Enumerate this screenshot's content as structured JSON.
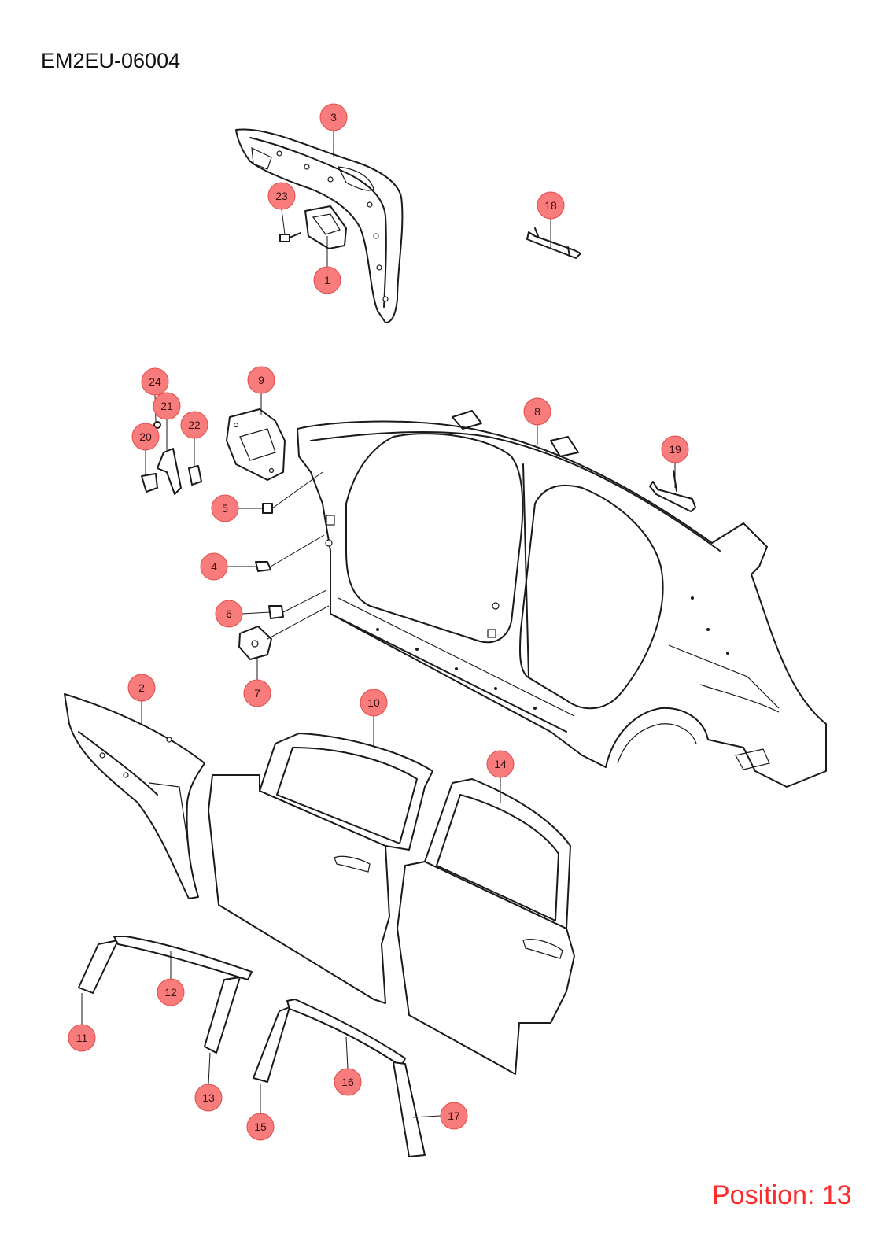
{
  "title": "EM2EU-06004",
  "position_text": "Position: 13",
  "colors": {
    "callout_fill": "#f87c7c",
    "callout_stroke": "#e34a4a",
    "position_text": "#ff2a2a",
    "line": "#1a1a1a"
  },
  "callouts": [
    {
      "id": "1",
      "label": "1"
    },
    {
      "id": "2",
      "label": "2"
    },
    {
      "id": "3",
      "label": "3"
    },
    {
      "id": "4",
      "label": "4"
    },
    {
      "id": "5",
      "label": "5"
    },
    {
      "id": "6",
      "label": "6"
    },
    {
      "id": "7",
      "label": "7"
    },
    {
      "id": "8",
      "label": "8"
    },
    {
      "id": "9",
      "label": "9"
    },
    {
      "id": "10",
      "label": "10"
    },
    {
      "id": "11",
      "label": "11"
    },
    {
      "id": "12",
      "label": "12"
    },
    {
      "id": "13",
      "label": "13"
    },
    {
      "id": "14",
      "label": "14"
    },
    {
      "id": "15",
      "label": "15"
    },
    {
      "id": "16",
      "label": "16"
    },
    {
      "id": "17",
      "label": "17"
    },
    {
      "id": "18",
      "label": "18"
    },
    {
      "id": "19",
      "label": "19"
    },
    {
      "id": "20",
      "label": "20"
    },
    {
      "id": "21",
      "label": "21"
    },
    {
      "id": "22",
      "label": "22"
    },
    {
      "id": "23",
      "label": "23"
    },
    {
      "id": "24",
      "label": "24"
    }
  ]
}
